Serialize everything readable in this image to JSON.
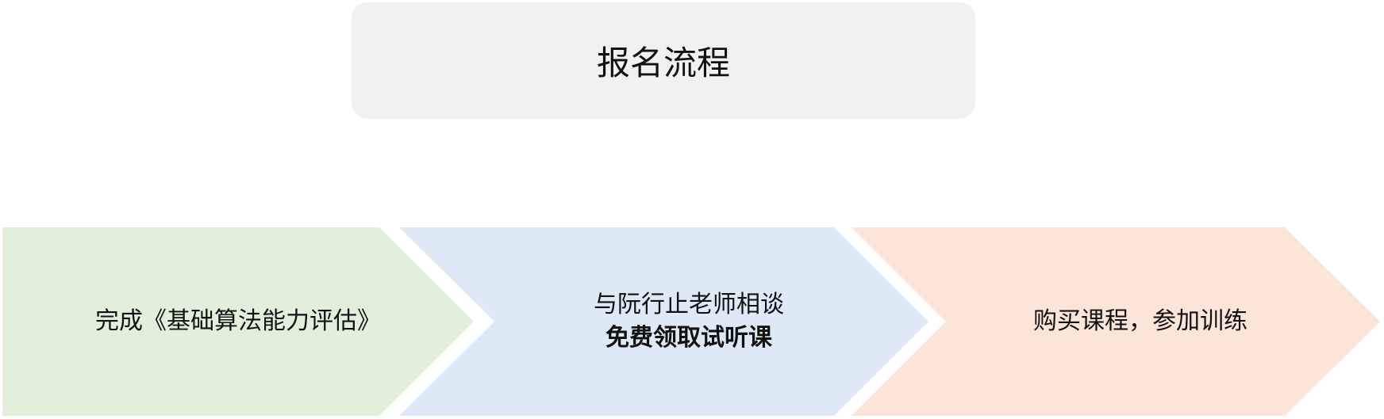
{
  "title": "报名流程",
  "steps": [
    {
      "line1": "完成《基础算法能力评估》",
      "color": "#e2efda"
    },
    {
      "line1": "与阮行止老师相谈",
      "line2": "免费领取试听课",
      "color": "#dde9f6"
    },
    {
      "line1": "购买课程，参加训练",
      "color": "#fae5d8"
    }
  ]
}
